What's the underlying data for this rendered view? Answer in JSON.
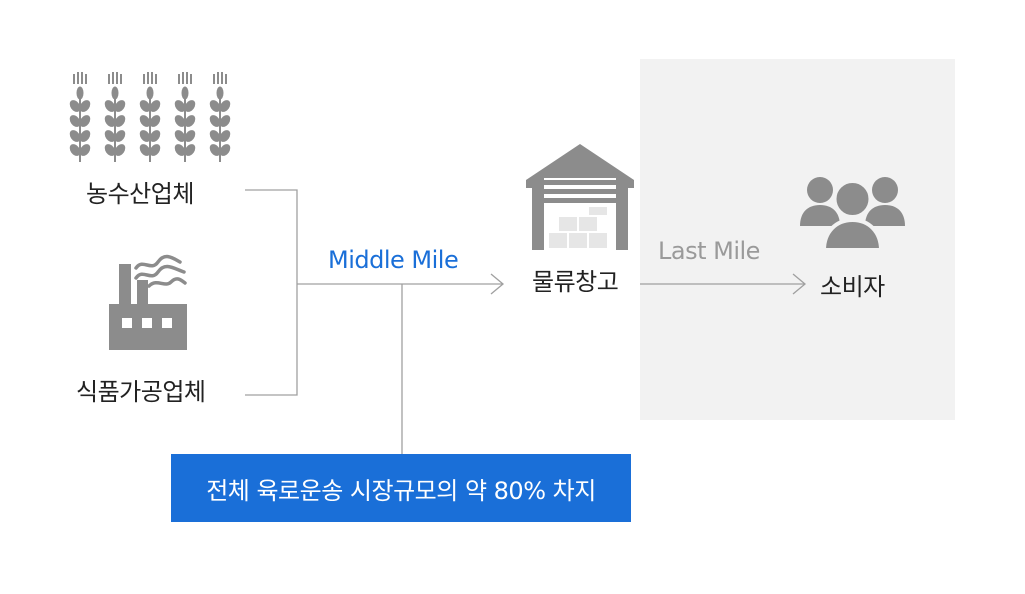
{
  "nodes": {
    "agri": "농수산업체",
    "food": "식품가공업체",
    "warehouse": "물류창고",
    "consumer": "소비자"
  },
  "edges": {
    "middle_mile": "Middle Mile",
    "last_mile": "Last Mile"
  },
  "banner": "전체 육로운송 시장규모의 약 80% 차지",
  "colors": {
    "accent": "#1a6fd8",
    "icon": "#8c8c8c",
    "line": "#a0a0a0",
    "panel": "#f2f2f2"
  }
}
